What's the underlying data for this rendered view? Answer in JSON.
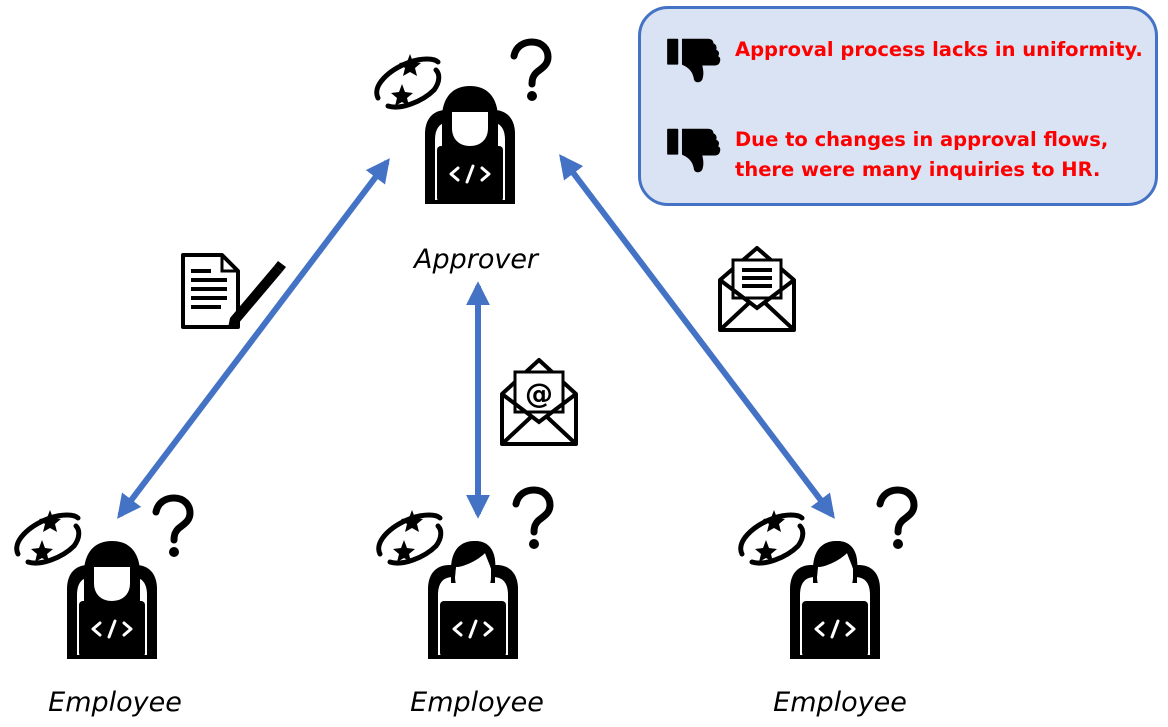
{
  "roles": {
    "approver": "Approver",
    "employee_left": "Employee",
    "employee_center": "Employee",
    "employee_right": "Employee"
  },
  "callout": {
    "items": [
      {
        "lines": [
          "Approval process lacks in uniformity."
        ]
      },
      {
        "lines": [
          "Due to changes in approval flows,",
          "there were many inquiries to HR."
        ]
      }
    ]
  },
  "icons": {
    "person": "person-with-laptop-icon",
    "confusion": "spinning-stars-icon",
    "question": "question-mark-icon",
    "document": "document-with-pen-icon",
    "email": "at-sign-envelope-icon",
    "letter": "open-envelope-letter-icon",
    "dislike": "thumbs-down-icon"
  },
  "colors": {
    "arrow": "#4472c4",
    "callout_fill": "#dae3f3",
    "callout_border": "#4472c4",
    "callout_text": "#ff0000",
    "icon": "#000000"
  }
}
